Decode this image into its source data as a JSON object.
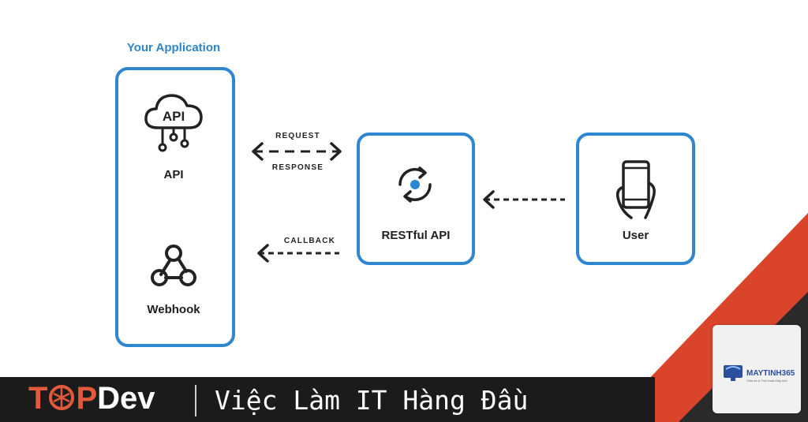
{
  "app_title": "Your Application",
  "nodes": {
    "api": {
      "label": "API",
      "icon_text": "API"
    },
    "webhook": {
      "label": "Webhook"
    },
    "restful": {
      "label": "RESTful API"
    },
    "user": {
      "label": "User"
    }
  },
  "arrows": {
    "request": "REQUEST",
    "response": "RESPONSE",
    "callback": "CALLBACK"
  },
  "brand": {
    "top": "T",
    "p": "P",
    "dev": "Dev",
    "slogan": "Việc Làm IT Hàng Đầu"
  },
  "watermark": {
    "name": "MAYTINH365",
    "tagline": "Chia sẻ & Thủ thuật Máy tính"
  },
  "colors": {
    "box_border": "#2f86d0",
    "accent_blue": "#2f86c9",
    "brand_red": "#e25a3b",
    "bar_dark": "#1b1b1b"
  }
}
